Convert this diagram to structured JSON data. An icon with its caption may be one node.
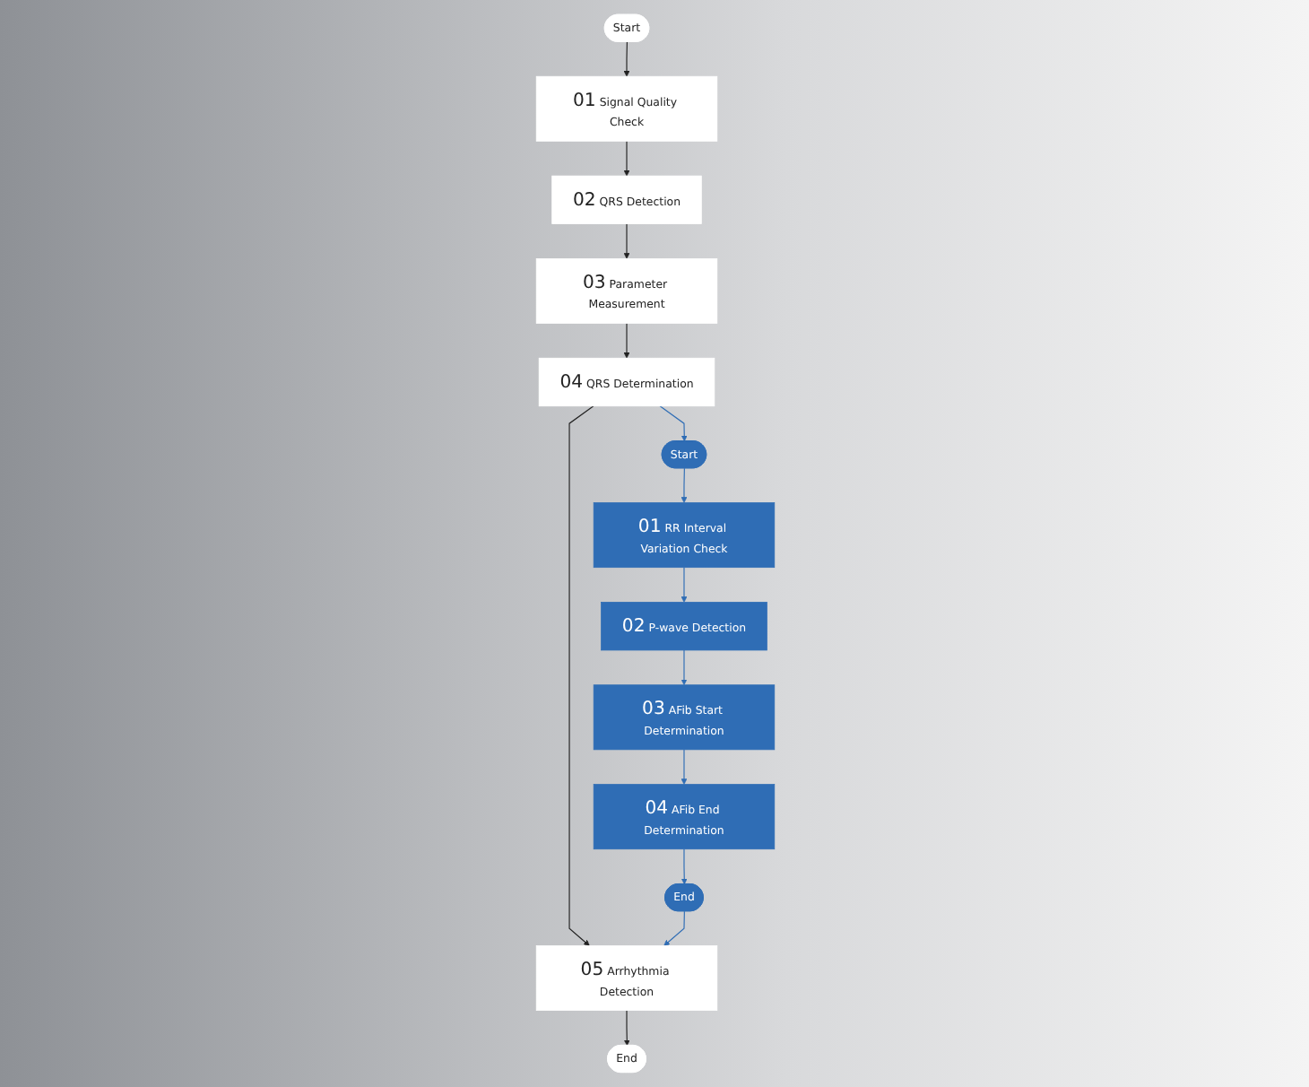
{
  "diagram": {
    "nodes": [
      {
        "text": [
          "Start"
        ]
      },
      {
        "text": [
          "01",
          "Signal Quality Check"
        ]
      },
      {
        "text": [
          "02",
          "QRS Detection"
        ]
      },
      {
        "text": [
          "03",
          "Parameter Measurement"
        ]
      },
      {
        "text": [
          "04",
          "QRS Determination"
        ]
      },
      {
        "text": [
          "05",
          "Arrhythmia Detection"
        ]
      },
      {
        "text": [
          "End"
        ]
      },
      {
        "text": [
          "Start"
        ]
      },
      {
        "text": [
          "01",
          "RR Interval Variation Check"
        ]
      },
      {
        "text": [
          "02",
          "P-wave Detection"
        ]
      },
      {
        "text": [
          "03",
          "AFib Start Determination"
        ]
      },
      {
        "text": [
          "04",
          "AFib End Determination"
        ]
      },
      {
        "text": [
          "End"
        ]
      }
    ],
    "edges": [
      {
        "from": 0,
        "to": 1,
        "arrow": "to",
        "color": "#222222"
      },
      {
        "from": 1,
        "to": 2,
        "arrow": "to",
        "color": "#222222"
      },
      {
        "from": 2,
        "to": 3,
        "arrow": "to",
        "color": "#222222"
      },
      {
        "from": 3,
        "to": 4,
        "arrow": "to",
        "color": "#222222"
      },
      {
        "from": 4,
        "to": 7,
        "arrow": "to"
      },
      {
        "from": 4,
        "to": 5,
        "arrow": "to",
        "color": "#222222"
      },
      {
        "from": 7,
        "to": 8,
        "arrow": "to"
      },
      {
        "from": 8,
        "to": 9,
        "arrow": "to"
      },
      {
        "from": 9,
        "to": 10,
        "arrow": "to"
      },
      {
        "from": 10,
        "to": 11,
        "arrow": "to"
      },
      {
        "from": 11,
        "to": 12,
        "arrow": "to"
      },
      {
        "from": 12,
        "to": 5,
        "arrow": "to"
      },
      {
        "from": 5,
        "to": 6,
        "arrow": "to",
        "color": "#222222"
      }
    ]
  }
}
